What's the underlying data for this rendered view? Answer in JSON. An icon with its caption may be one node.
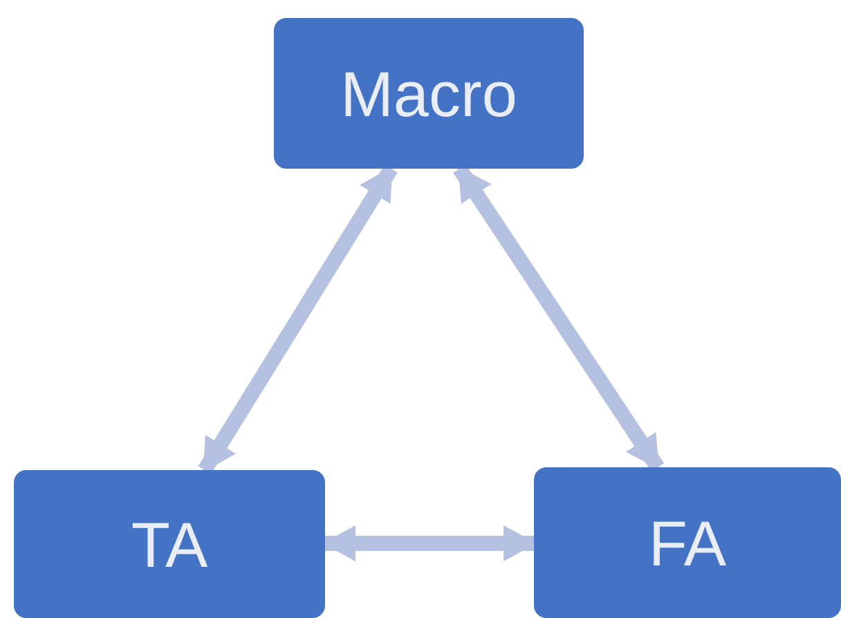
{
  "diagram": {
    "nodes": [
      {
        "text": [
          "Macro"
        ]
      },
      {
        "text": [
          "TA"
        ]
      },
      {
        "text": [
          "FA"
        ]
      }
    ],
    "edges": [
      {
        "from": 0,
        "to": 1,
        "arrow": "both"
      },
      {
        "from": 0,
        "to": 2,
        "arrow": "both"
      },
      {
        "from": 1,
        "to": 2,
        "arrow": "both"
      }
    ]
  }
}
